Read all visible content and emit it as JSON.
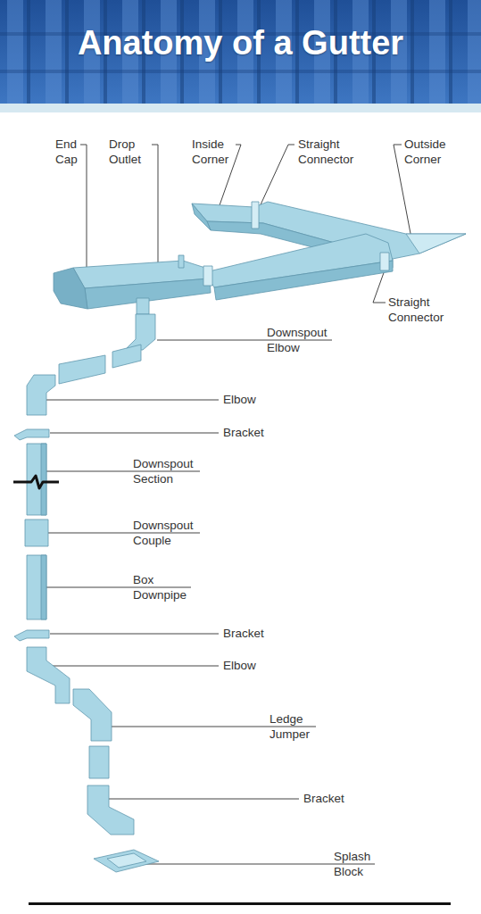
{
  "diagram": {
    "title": "Anatomy of a Gutter",
    "labels": [
      "End Cap",
      "Drop Outlet",
      "Inside Corner",
      "Straight Connector",
      "Outside Corner",
      "Straight Connector",
      "Downspout Elbow",
      "Elbow",
      "Bracket",
      "Downspout Section",
      "Downspout Couple",
      "Box Downpipe",
      "Bracket",
      "Elbow",
      "Ledge Jumper",
      "Bracket",
      "Splash Block"
    ]
  }
}
